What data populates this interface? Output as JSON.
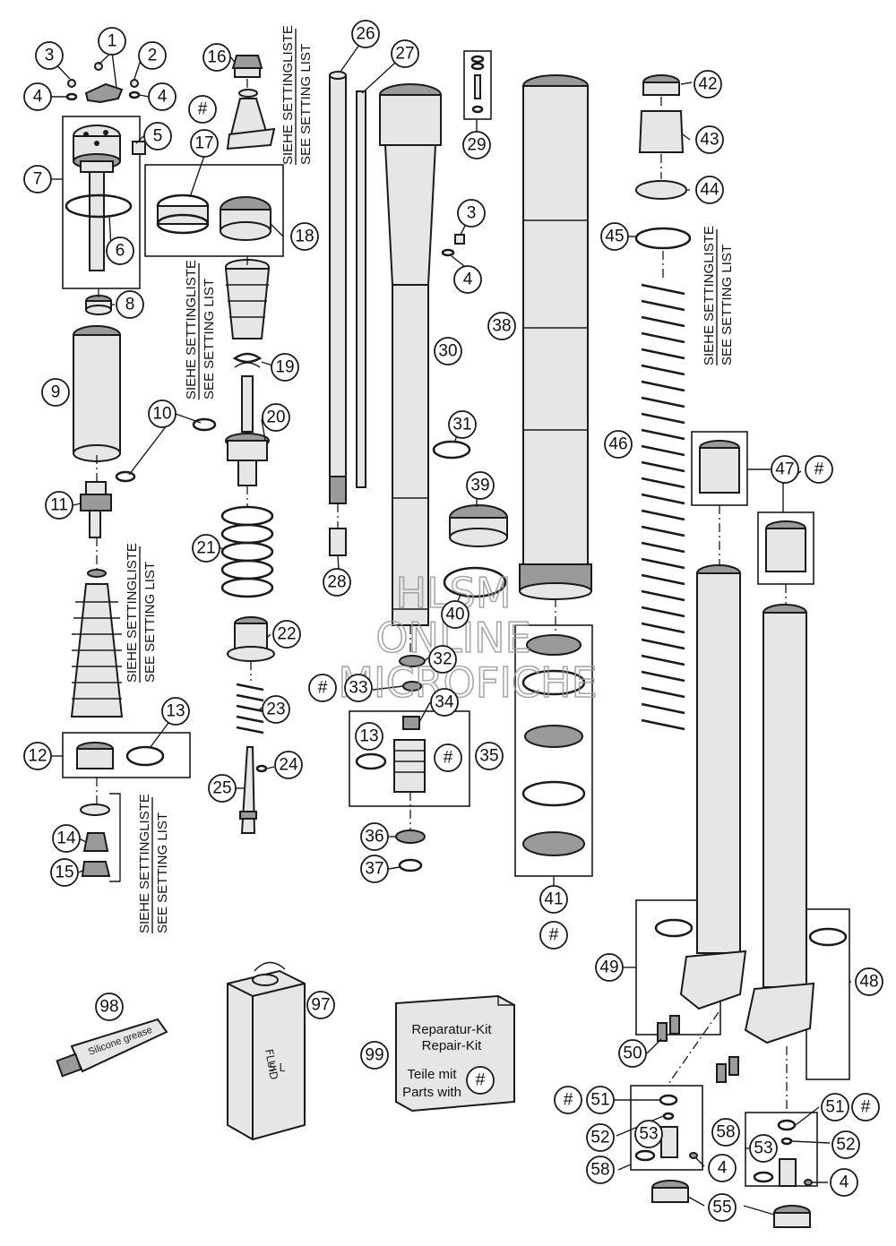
{
  "callouts": {
    "n1": "1",
    "n2": "2",
    "n3": "3",
    "n4": "4",
    "n5": "5",
    "n6": "6",
    "n7": "7",
    "n8": "8",
    "n9": "9",
    "n10": "10",
    "n11": "11",
    "n12": "12",
    "n13": "13",
    "n14": "14",
    "n15": "15",
    "n16": "16",
    "n17": "17",
    "n18": "18",
    "n19": "19",
    "n20": "20",
    "n21": "21",
    "n22": "22",
    "n23": "23",
    "n24": "24",
    "n25": "25",
    "n26": "26",
    "n27": "27",
    "n28": "28",
    "n29": "29",
    "n30": "30",
    "n31": "31",
    "n32": "32",
    "n33": "33",
    "n34": "34",
    "n35": "35",
    "n36": "36",
    "n37": "37",
    "n38": "38",
    "n39": "39",
    "n40": "40",
    "n41": "41",
    "n42": "42",
    "n43": "43",
    "n44": "44",
    "n45": "45",
    "n46": "46",
    "n47": "47",
    "n48": "48",
    "n49": "49",
    "n50": "50",
    "n51": "51",
    "n52": "52",
    "n53": "53",
    "n55": "55",
    "n58": "58",
    "n97": "97",
    "n98": "98",
    "n99": "99",
    "hash": "#"
  },
  "setting_list": {
    "de": "SIEHE SETTINGLISTE",
    "en": "SEE SETTING LIST"
  },
  "repair_kit": {
    "line1": "Reparatur-Kit",
    "line2": "Repair-Kit",
    "line3": "Teile mit",
    "line4": "Parts with"
  },
  "products": {
    "fluid_label1": "FLUID",
    "fluid_label2": "5 L",
    "grease_label": "Silicone grease"
  },
  "watermark": {
    "line1": "HLSM",
    "line2": "ONLINE",
    "line3": "MICROFICHE"
  }
}
